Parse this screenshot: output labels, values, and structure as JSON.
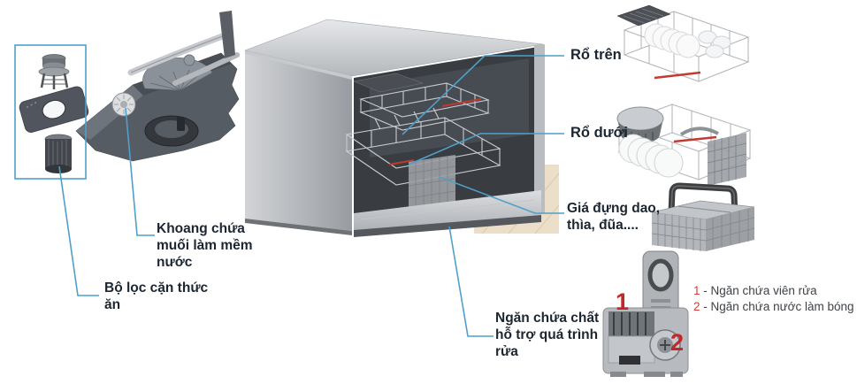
{
  "colors": {
    "callout_blue": "#4f9fca",
    "label_dark": "#1c2631",
    "numeral_red": "#c32728",
    "legend_red": "#d43c38",
    "legend_text": "#3e4246"
  },
  "labels": {
    "top_rack": "Rổ trên",
    "bottom_rack": "Rổ dưới",
    "cutlery_rack": "Giá đựng dao,\nthìa, đũa....",
    "detergent_compartment": "Ngăn chứa chất\nhỗ trợ quá trình\nrửa",
    "salt_compartment": "Khoang chứa\nmuối làm mềm\nnước",
    "food_filter": "Bộ lọc cặn thức\năn"
  },
  "dispenser": {
    "numeral_1": "1",
    "numeral_2": "2",
    "legend": [
      {
        "number": "1",
        "text": " - Ngăn chứa viên rửa"
      },
      {
        "number": "2",
        "text": " - Ngăn chứa nước làm bóng"
      }
    ]
  },
  "illustrations": {
    "filter_parts": "filter-parts",
    "sump_base": "sump-base-with-spray-arm",
    "dishwasher": "freestanding-dishwasher-open",
    "upper_rack": "upper-rack-loaded",
    "lower_rack": "lower-rack-loaded",
    "cutlery_basket": "cutlery-basket",
    "detergent_dispenser": "detergent-dispenser"
  }
}
